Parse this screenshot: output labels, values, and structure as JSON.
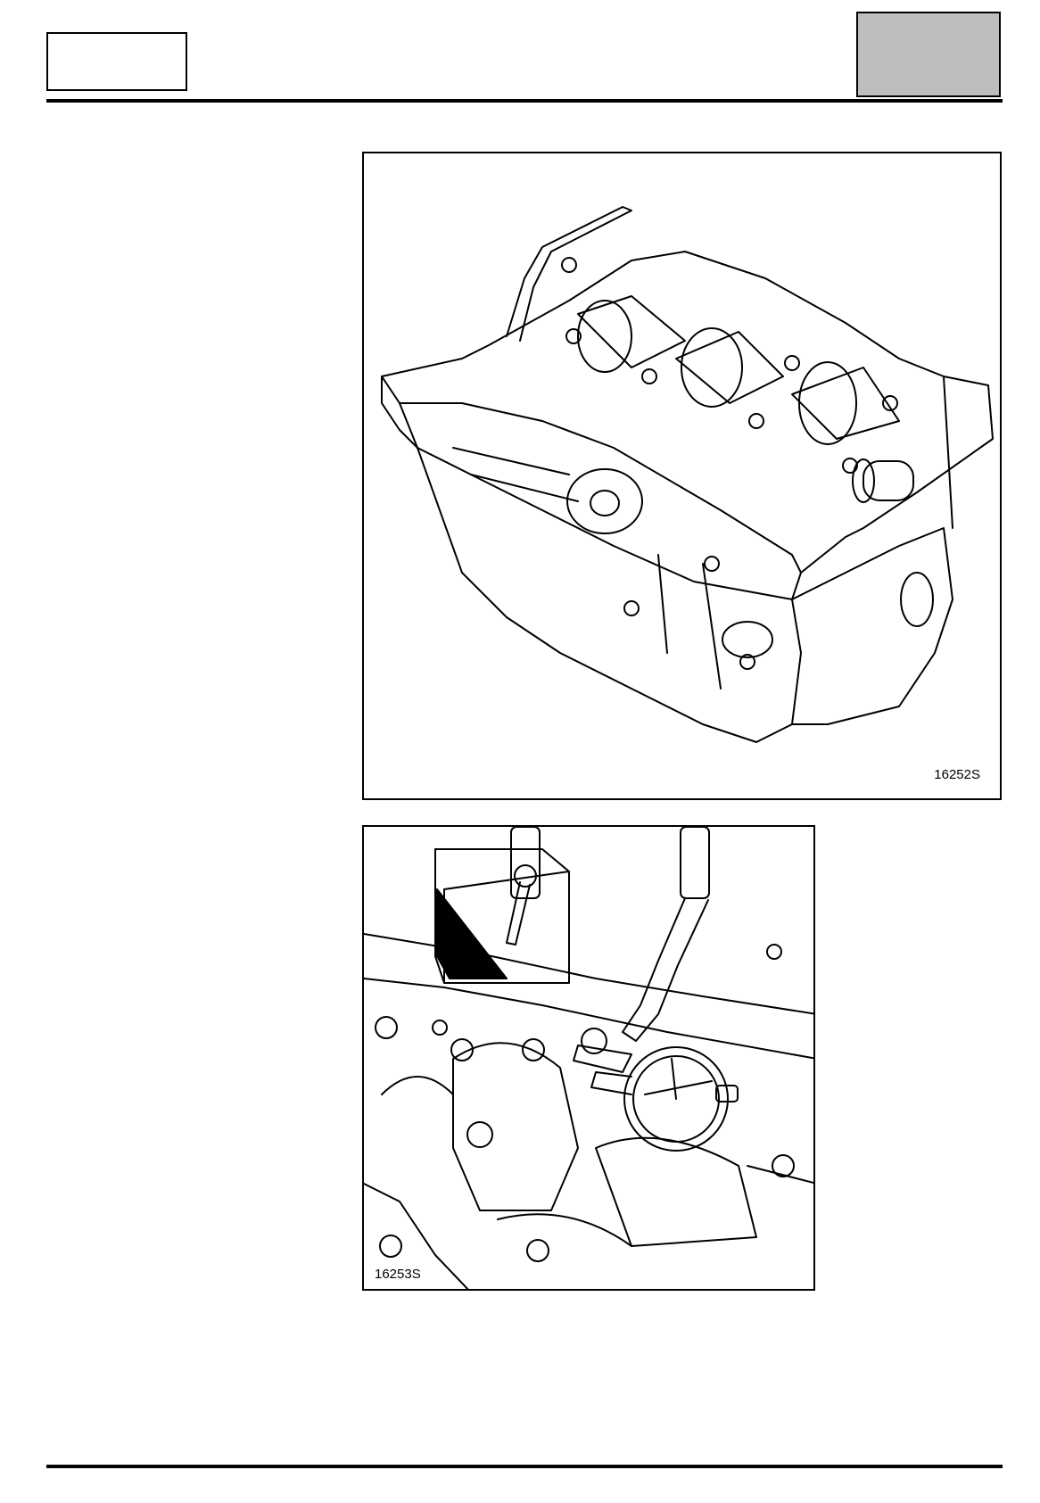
{
  "header": {
    "left_box_text": "",
    "right_box_text": ""
  },
  "figures": [
    {
      "code": "16252S",
      "depicts": "engine-cylinder-block-with-crankshaft"
    },
    {
      "code": "16253S",
      "depicts": "dial-gauge-measuring-crankshaft-endfloat"
    }
  ]
}
